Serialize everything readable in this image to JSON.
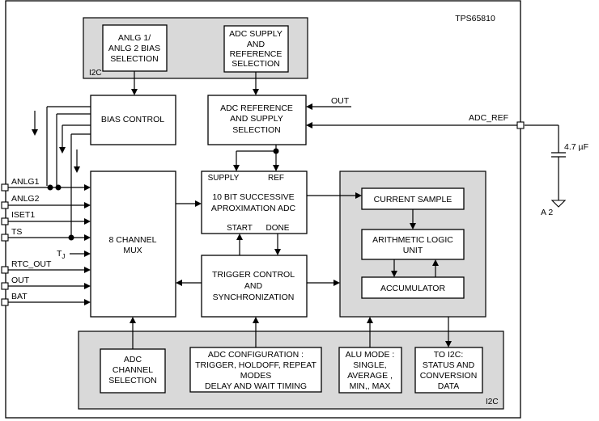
{
  "chip_name": "TPS65810",
  "i2c_top_label": "I2C",
  "i2c_bottom_label": "I2C",
  "blocks": {
    "anlg_bias_sel": [
      "ANLG 1/",
      "ANLG 2 BIAS",
      "SELECTION"
    ],
    "adc_supply_ref_sel": [
      "ADC SUPPLY",
      "AND",
      "REFERENCE",
      "SELECTION"
    ],
    "bias_control": [
      "BIAS CONTROL"
    ],
    "adc_ref_supply_sel": [
      "ADC REFERENCE",
      "AND SUPPLY",
      "SELECTION"
    ],
    "adc": [
      "10 BIT SUCCESSIVE",
      "APROXIMATION ADC"
    ],
    "mux": [
      "8 CHANNEL",
      "MUX"
    ],
    "trigger": [
      "TRIGGER CONTROL",
      "AND",
      "SYNCHRONIZATION"
    ],
    "current_sample": [
      "CURRENT SAMPLE"
    ],
    "alu": [
      "ARITHMETIC LOGIC",
      "UNIT"
    ],
    "accumulator": [
      "ACCUMULATOR"
    ],
    "adc_channel_sel": [
      "ADC",
      "CHANNEL",
      "SELECTION"
    ],
    "adc_config": [
      "ADC CONFIGURATION :",
      "TRIGGER, HOLDOFF, REPEAT",
      "MODES",
      "DELAY AND WAIT TIMING"
    ],
    "alu_mode": [
      "ALU MODE :",
      "SINGLE,",
      "AVERAGE ,",
      "MIN,, MAX"
    ],
    "to_i2c": [
      "TO I2C:",
      "STATUS AND",
      "CONVERSION",
      "DATA"
    ]
  },
  "adc_ports": {
    "supply": "SUPPLY",
    "ref": "REF",
    "start": "START",
    "done": "DONE"
  },
  "signals": {
    "out_in": "OUT",
    "tj_main": "T",
    "tj_sub": "J"
  },
  "pins": [
    "ANLG1",
    "ANLG2",
    "ISET1",
    "TS",
    "RTC_OUT",
    "OUT",
    "BAT"
  ],
  "adc_ref_pin": "ADC_REF",
  "capacitor": {
    "value": "4.7",
    "unit": "µF"
  },
  "ground_label": "A 2"
}
